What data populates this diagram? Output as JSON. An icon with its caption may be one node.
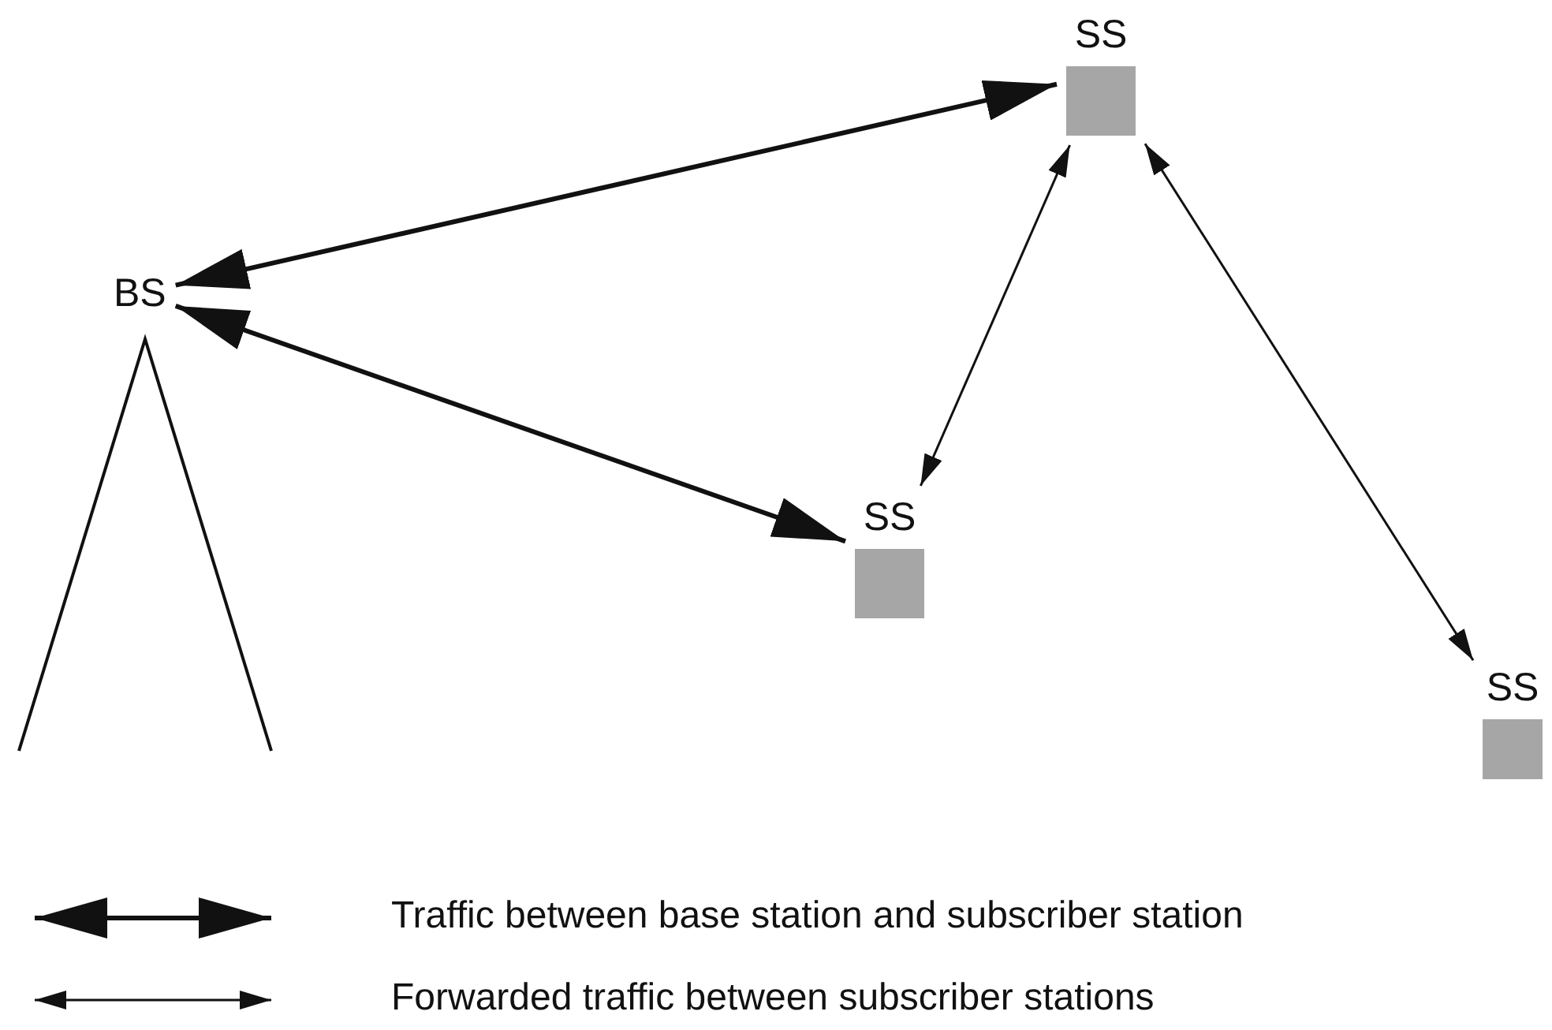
{
  "diagram": {
    "nodes": [
      {
        "text": [
          "BS"
        ]
      },
      {
        "text": [
          "SS"
        ]
      },
      {
        "text": [
          "SS"
        ]
      },
      {
        "text": [
          "SS"
        ]
      }
    ],
    "edges": [
      {
        "from": 0,
        "to": 1,
        "arrow": "both",
        "style": "thick"
      },
      {
        "from": 0,
        "to": 2,
        "arrow": "both",
        "style": "thick"
      },
      {
        "from": 1,
        "to": 2,
        "arrow": "both"
      },
      {
        "from": 1,
        "to": 3,
        "arrow": "both"
      }
    ],
    "legend": [
      {
        "text": "Traffic between base station and subscriber station"
      },
      {
        "text": "Forwarded traffic between subscriber stations"
      }
    ]
  }
}
